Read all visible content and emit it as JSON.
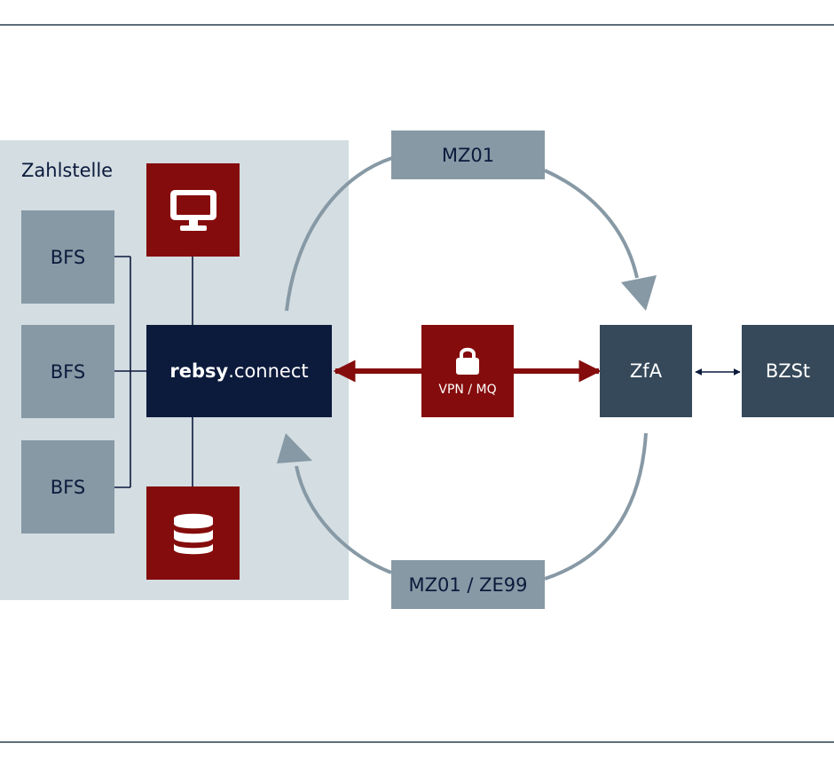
{
  "zahlstelle": {
    "label": "Zahlstelle"
  },
  "bfs": [
    {
      "label": "BFS"
    },
    {
      "label": "BFS"
    },
    {
      "label": "BFS"
    }
  ],
  "rebsy": {
    "brand": "rebsy",
    "suffix": ".connect"
  },
  "vpn": {
    "label": "VPN / MQ",
    "icon": "lock-icon"
  },
  "zfa": {
    "label": "ZfA"
  },
  "bzst": {
    "label": "BZSt"
  },
  "message_top": {
    "label": "MZ01"
  },
  "message_bottom": {
    "label": "MZ01 / ZE99"
  },
  "icons": {
    "monitor": "monitor-icon",
    "database": "database-icon"
  },
  "colors": {
    "navy": "#0c1a3c",
    "red": "#850c0c",
    "slate": "#36495a",
    "grey_blue": "#8799a5",
    "light_bg": "#d3dde2"
  }
}
